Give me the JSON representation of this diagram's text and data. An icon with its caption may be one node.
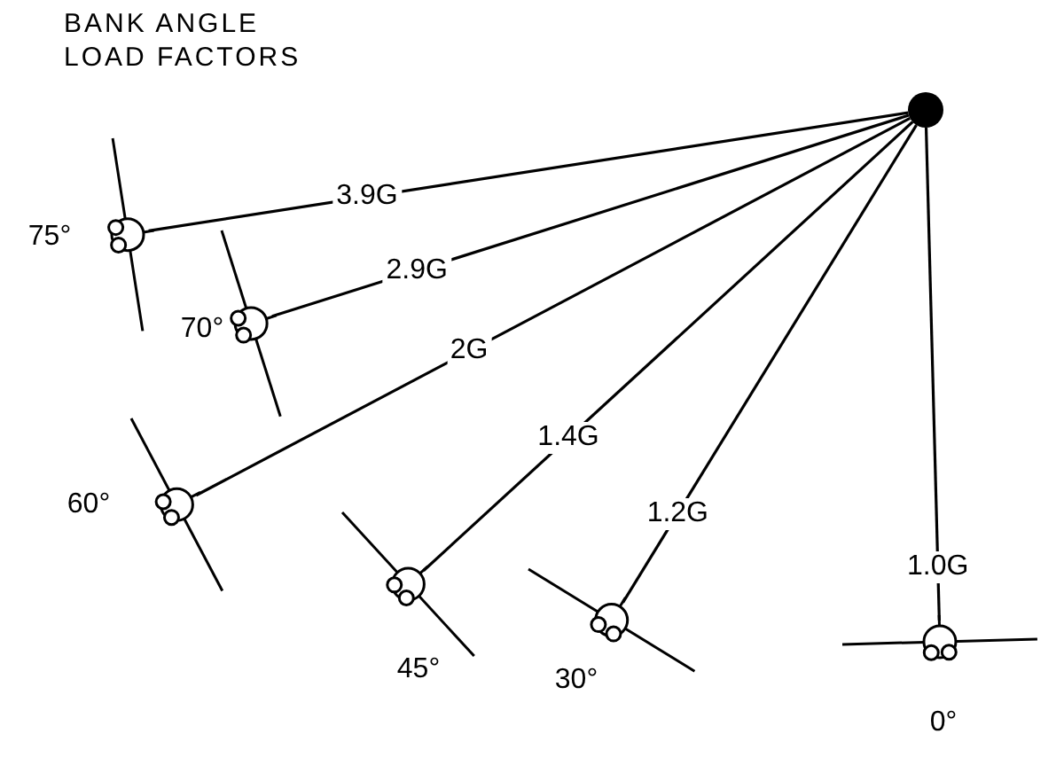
{
  "diagram": {
    "title": "BANK ANGLE LOAD FACTORS",
    "nodes": [
      {
        "text": [],
        "shape": "circle"
      },
      {
        "text": [],
        "shape": "picture",
        "beside": [
          "75°"
        ]
      },
      {
        "text": [],
        "shape": "picture",
        "beside": [
          "70°"
        ]
      },
      {
        "text": [],
        "shape": "picture",
        "beside": [
          "60°"
        ]
      },
      {
        "text": [],
        "shape": "picture",
        "beside": [
          "45°"
        ]
      },
      {
        "text": [],
        "shape": "picture",
        "beside": [
          "30°"
        ]
      },
      {
        "text": [],
        "shape": "picture",
        "beside": [
          "0°"
        ]
      }
    ],
    "edges": [
      {
        "from": 0,
        "to": 1,
        "arrow": "none",
        "label": "3.9G"
      },
      {
        "from": 0,
        "to": 2,
        "arrow": "none",
        "label": "2.9G"
      },
      {
        "from": 0,
        "to": 3,
        "arrow": "none",
        "label": "2G"
      },
      {
        "from": 0,
        "to": 4,
        "arrow": "none",
        "label": "1.4G"
      },
      {
        "from": 0,
        "to": 5,
        "arrow": "none",
        "label": "1.2G"
      },
      {
        "from": 0,
        "to": 6,
        "arrow": "none",
        "label": "1.0G"
      }
    ]
  }
}
